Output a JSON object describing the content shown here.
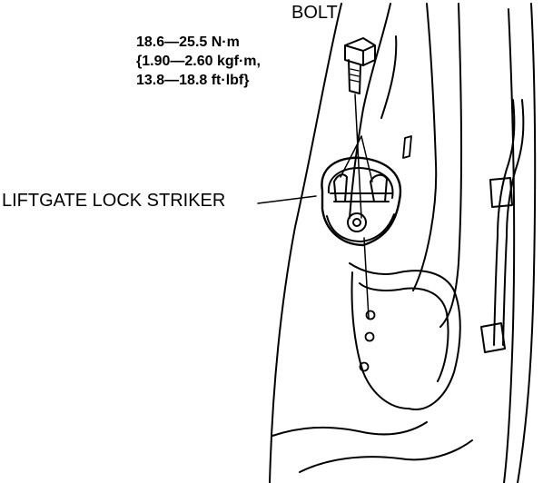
{
  "labels": {
    "bolt": "BOLT",
    "striker": "LIFTGATE LOCK STRIKER",
    "torque_lines": [
      "18.6—25.5 N·m",
      "{1.90—2.60 kgf·m,",
      "13.8—18.8  ft·lbf}"
    ]
  },
  "colors": {
    "line": "#000000",
    "background": "#ffffff"
  }
}
